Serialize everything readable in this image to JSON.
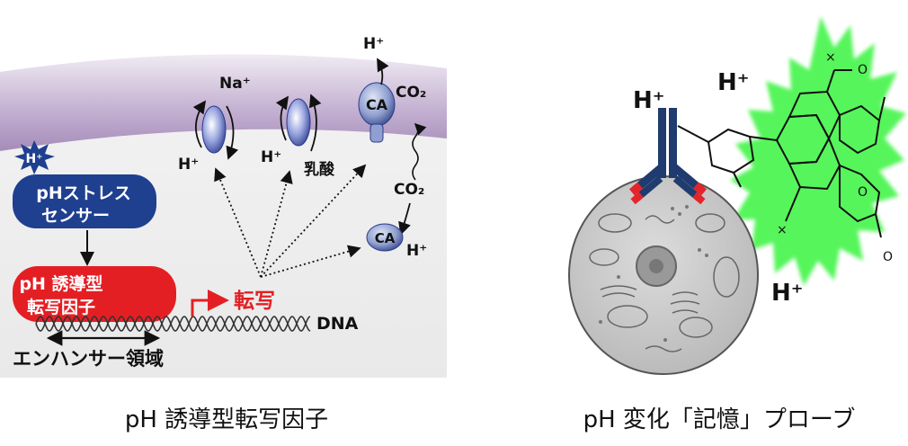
{
  "left_diagram": {
    "sensor": {
      "proton": "H⁺",
      "line1": "pHストレス",
      "line2": "センサー"
    },
    "tf": {
      "line1": "pH 誘導型",
      "line2": "転写因子"
    },
    "transcription": "転写",
    "dna": "DNA",
    "enhancer": "エンハンサー領域",
    "membrane": {
      "na": "Na⁺",
      "h_1": "H⁺",
      "h_2": "H⁺",
      "lactate": "乳酸",
      "h_top": "H⁺",
      "co2_top": "CO₂",
      "co2_mid": "CO₂",
      "ca_1": "CA",
      "ca_2": "CA",
      "h_ca": "H⁺"
    }
  },
  "right_diagram": {
    "h_1": "H⁺",
    "h_2": "H⁺",
    "h_3": "H⁺"
  },
  "captions": {
    "left": "pH 誘導型転写因子",
    "right": "pH 変化「記憶」プローブ"
  },
  "colors": {
    "sensor_blue": "#1f3f8f",
    "tf_red": "#e41f24",
    "transcription_red": "#e41f24",
    "membrane_purple": "#b8a2c8",
    "probe_green": "#57f55c",
    "antibody_navy": "#1f3b6f"
  }
}
